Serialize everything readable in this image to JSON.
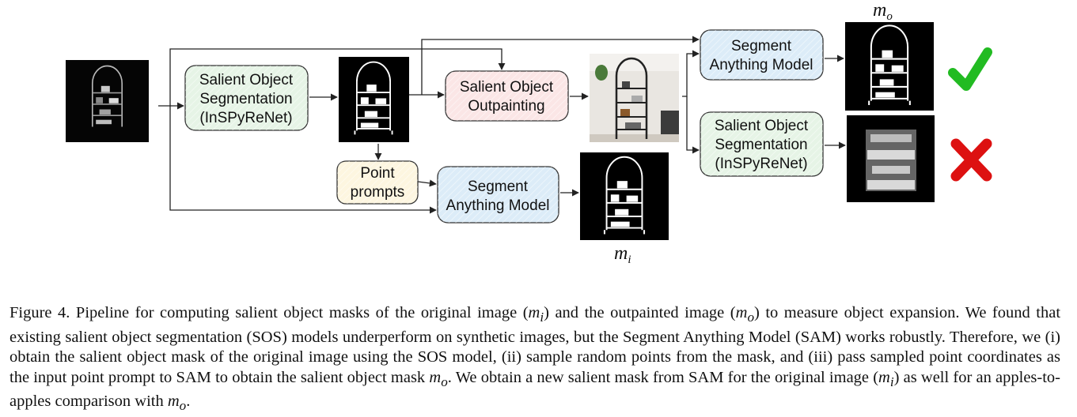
{
  "diagram": {
    "nodes": {
      "sos1": {
        "lines": [
          "Salient Object",
          "Segmentation",
          "(InSPyReNet)"
        ],
        "fill": "#e6f4e6"
      },
      "outpaint": {
        "lines": [
          "Salient Object",
          "Outpainting"
        ],
        "fill": "#fbe6e6"
      },
      "point": {
        "lines": [
          "Point",
          "prompts"
        ],
        "fill": "#fdf6e0"
      },
      "sam1": {
        "lines": [
          "Segment",
          "Anything Model"
        ],
        "fill": "#dcecf8"
      },
      "sam2": {
        "lines": [
          "Segment",
          "Anything Model"
        ],
        "fill": "#dcecf8"
      },
      "sos2": {
        "lines": [
          "Salient Object",
          "Segmentation",
          "(InSPyReNet)"
        ],
        "fill": "#e6f4e6"
      }
    },
    "label_mo": {
      "base": "m",
      "sub": "o"
    },
    "label_mi": {
      "base": "m",
      "sub": "i"
    },
    "check_color": "#22bb22",
    "cross_color": "#dd1111"
  },
  "caption": {
    "t1": "Figure 4.  Pipeline for computing salient object masks of the original image (",
    "m1": "m",
    "s1": "i",
    "t2": ") and the outpainted image (",
    "m2": "m",
    "s2": "o",
    "t3": ") to measure object expansion. We found that existing salient object segmentation (SOS) models underperform on synthetic images, but the Segment Anything Model (SAM) works robustly.  Therefore, we (i) obtain the salient object mask of the original image using the SOS model, (ii) sample random points from the mask, and (iii) pass sampled point coordinates as the input point prompt to SAM to obtain the salient object mask ",
    "m3": "m",
    "s3": "o",
    "t4": ". We obtain a new salient mask from SAM for the original image (",
    "m4": "m",
    "s4": "i",
    "t5": ") as well for an apples-to-apples comparison with ",
    "m5": "m",
    "s5": "o",
    "t6": "."
  }
}
